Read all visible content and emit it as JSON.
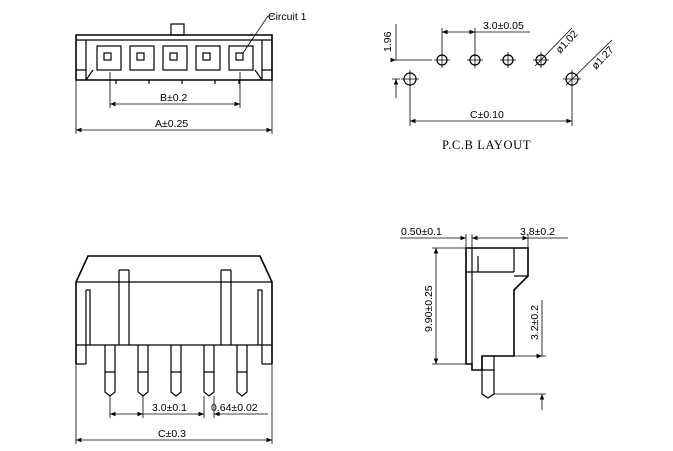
{
  "top_view": {
    "circuit_label": "Circuit 1",
    "dim_b": "B±0.2",
    "dim_a": "A±0.25"
  },
  "pcb_layout": {
    "title": "P.C.B  LAYOUT",
    "row_offset": "1.96",
    "pitch": "3.0±0.05",
    "hole_small": "ø1.02",
    "hole_large": "ø1.27",
    "dim_c": "C±0.10"
  },
  "front_view": {
    "pitch": "3.0±0.1",
    "pin_width": "0.64±0.02",
    "dim_c": "C±0.3"
  },
  "side_view": {
    "pin_thickness": "0.50±0.1",
    "depth": "3.8±0.2",
    "height": "9.90±0.25",
    "pin_length": "3.2±0.2"
  }
}
